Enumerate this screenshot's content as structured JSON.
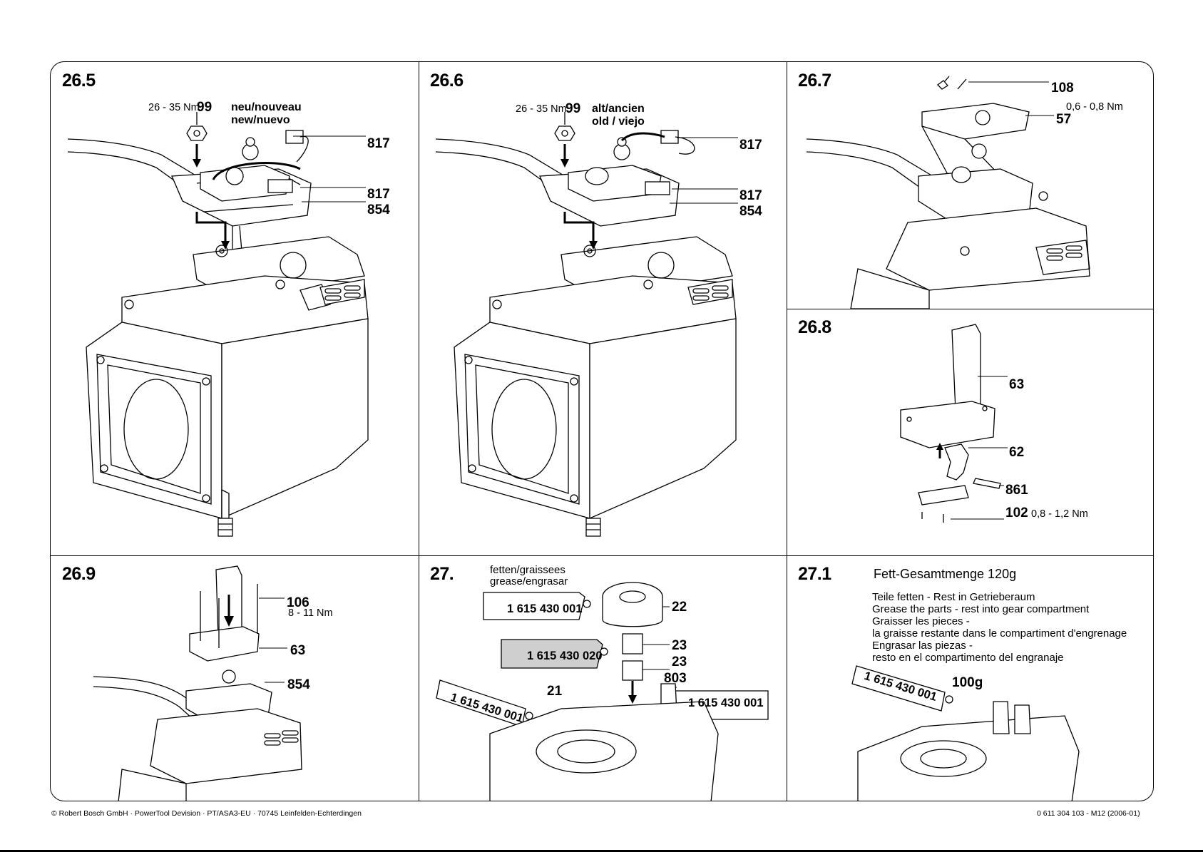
{
  "panels": {
    "p265": {
      "title": "26.5",
      "torque": "26 - 35 Nm",
      "nut_num": "99",
      "note1": "neu/nouveau",
      "note2": "new/nuevo",
      "l1": "817",
      "l2": "817",
      "l3": "854"
    },
    "p266": {
      "title": "26.6",
      "torque": "26 - 35 Nm",
      "nut_num": "99",
      "note1": "alt/ancien",
      "note2": "old / viejo",
      "l1": "817",
      "l2": "817",
      "l3": "854"
    },
    "p267": {
      "title": "26.7",
      "l1": "108",
      "l2": "57",
      "torque": "0,6 - 0,8 Nm"
    },
    "p268": {
      "title": "26.8",
      "l1": "63",
      "l2": "62",
      "l3": "861",
      "l4": "102",
      "torque": "0,8 - 1,2 Nm"
    },
    "p269": {
      "title": "26.9",
      "l1": "106",
      "torque": "8 - 11 Nm",
      "l2": "63",
      "l3": "854"
    },
    "p27": {
      "title": "27.",
      "note1": "fetten/graissees",
      "note2": "grease/engrasar",
      "tube1": "1 615 430 001",
      "tube2": "1 615 430 020",
      "tube3": "1 615 430 001",
      "tube4": "1 615 430 001",
      "l1": "22",
      "l2": "23",
      "l3": "23",
      "l4": "803",
      "l5": "21"
    },
    "p271": {
      "title": "27.1",
      "heading": "Fett-Gesamtmenge 120g",
      "lines": [
        "Teile fetten - Rest in Getrieberaum",
        "Grease the parts - rest into gear compartment",
        "Graisser les pieces -",
        "la graisse restante dans le compartiment d'engrenage",
        "Engrasar las piezas -",
        "resto en el compartimento del engranaje"
      ],
      "tube": "1 615 430 001",
      "amount": "100g"
    }
  },
  "footer": {
    "left": "© Robert Bosch GmbH · PowerTool Devision · PT/ASA3-EU · 70745 Leinfelden-Echterdingen",
    "right": "0 611 304 103 - M12 (2006-01)"
  }
}
